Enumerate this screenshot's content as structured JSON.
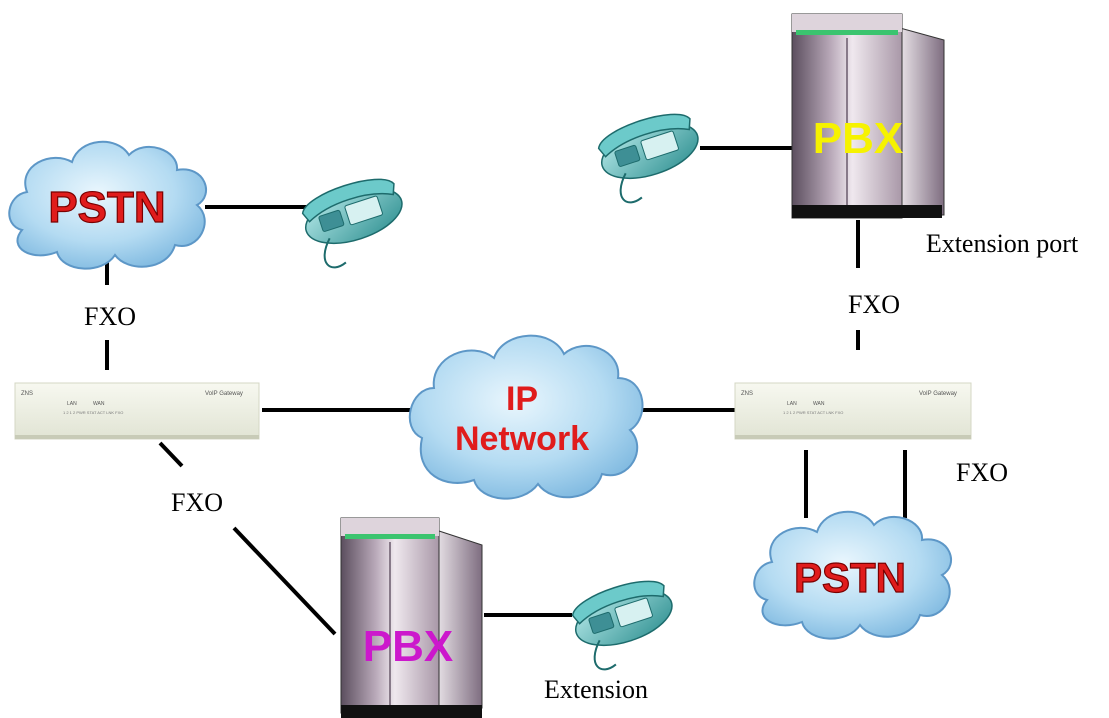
{
  "nodes": {
    "pstn_left": {
      "label": "PSTN"
    },
    "pstn_right": {
      "label": "PSTN"
    },
    "ip_network": {
      "label_line1": "IP",
      "label_line2": "Network"
    },
    "pbx_top": {
      "label": "PBX"
    },
    "pbx_bottom": {
      "label": "PBX"
    },
    "gateway_left": {
      "brand": "ZNS",
      "model": "VoIP Gateway",
      "port_a": "LAN",
      "port_b": "WAN",
      "led_row": "1 2   1 2   PWR STAT   ACT LNK   FXO"
    },
    "gateway_right": {
      "brand": "ZNS",
      "model": "VoIP Gateway",
      "port_a": "LAN",
      "port_b": "WAN",
      "led_row": "1 2   1 2   PWR STAT   ACT LNK   FXO"
    }
  },
  "labels": {
    "fxo_left_top": "FXO",
    "fxo_left_bottom": "FXO",
    "fxo_right_top": "FXO",
    "fxo_right_bottom": "FXO",
    "extension_port": "Extension port",
    "extension": "Extension"
  },
  "colors": {
    "cloud_fill": "#a9d3ef",
    "cloud_stroke": "#5d97c7",
    "pstn_text": "#e01c1c",
    "ip_text": "#e01c1c",
    "pbx_top_text": "#f6f200",
    "pbx_bottom_text": "#cc18cc",
    "pbx_body": "#9a8a98",
    "pbx_front": "#cdbccb",
    "phone_body": "#4fb2b2",
    "line": "#000000",
    "gateway_body": "#eef0e4"
  }
}
